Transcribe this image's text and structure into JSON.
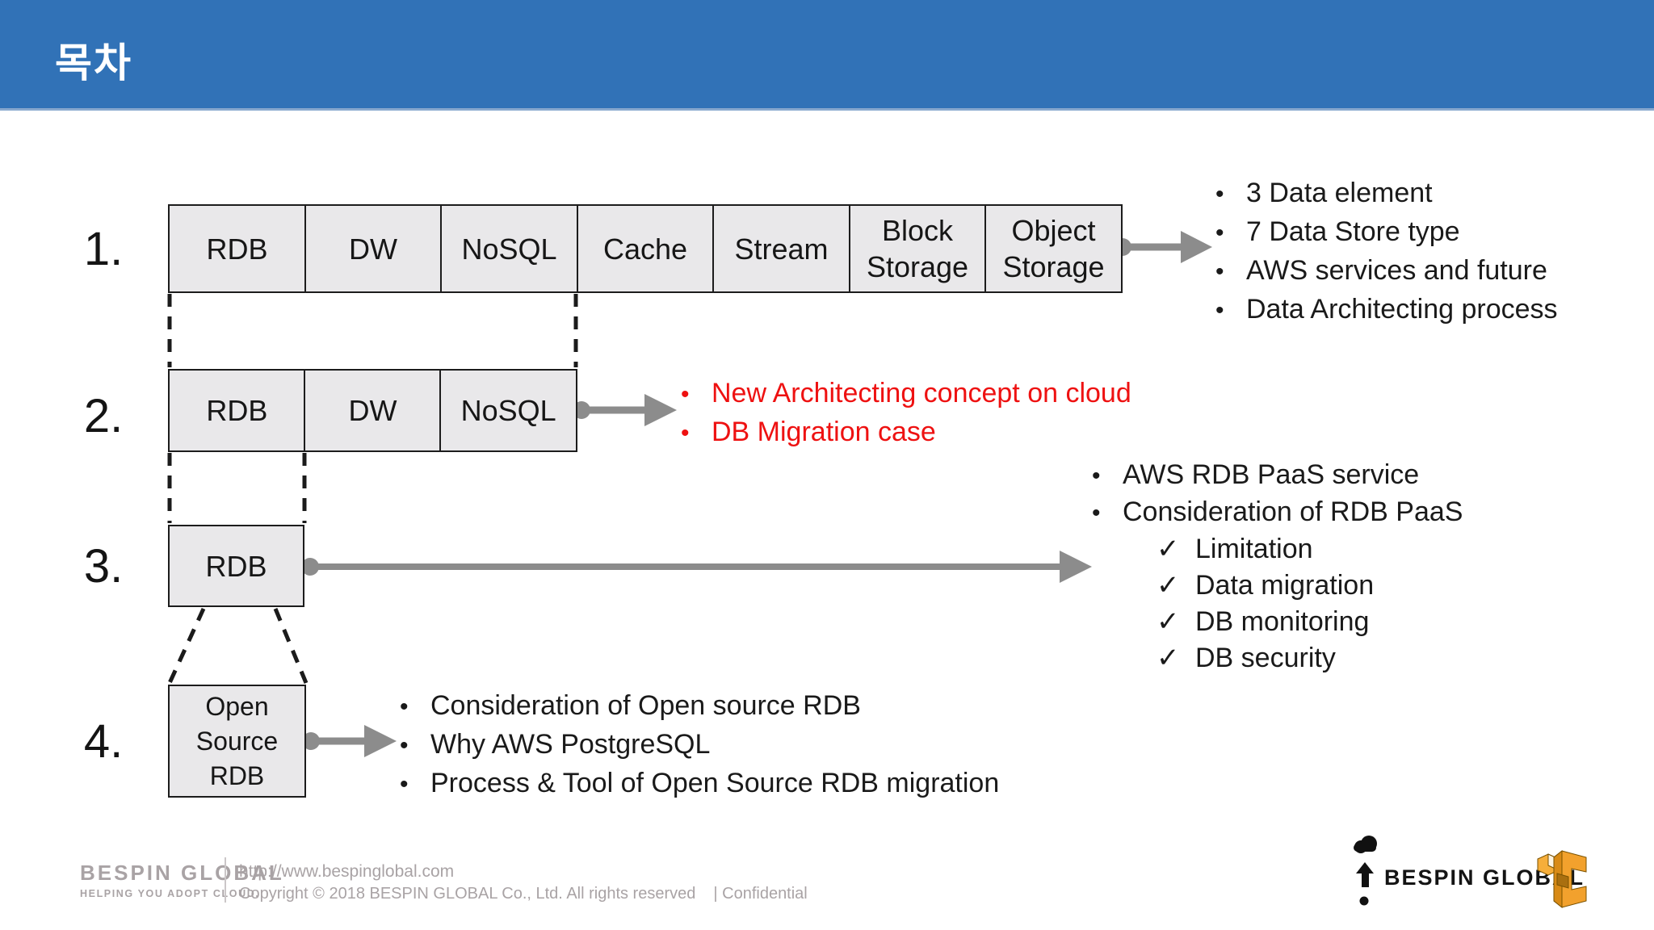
{
  "header": {
    "title": "목차",
    "bg_color": "#3172B7"
  },
  "icons": {
    "bullet": "•",
    "checkmark": "✓"
  },
  "colors": {
    "red": "#EE1111",
    "arrow_gray": "#8C8C8C",
    "box_fill": "#E9E8EA"
  },
  "sections": [
    {
      "number": "1.",
      "boxes": [
        {
          "label": "RDB"
        },
        {
          "label": "DW"
        },
        {
          "label": "NoSQL"
        },
        {
          "label": "Cache"
        },
        {
          "label": "Stream"
        },
        {
          "label": "Block\nStorage"
        },
        {
          "label": "Object\nStorage"
        }
      ],
      "bullets": [
        "3 Data element",
        "7 Data Store type",
        "AWS services and future",
        "Data Architecting process"
      ]
    },
    {
      "number": "2.",
      "boxes": [
        {
          "label": "RDB"
        },
        {
          "label": "DW"
        },
        {
          "label": "NoSQL"
        }
      ],
      "bullets": [
        "New Architecting concept on cloud",
        "DB Migration case"
      ]
    },
    {
      "number": "3.",
      "boxes": [
        {
          "label": "RDB"
        }
      ],
      "bullets": [
        "AWS RDB PaaS service",
        "Consideration of RDB PaaS"
      ],
      "check_items": [
        "Limitation",
        "Data migration",
        "DB monitoring",
        "DB security"
      ]
    },
    {
      "number": "4.",
      "boxes": [
        {
          "label": "Open\nSource\nRDB"
        }
      ],
      "bullets": [
        "Consideration of Open source RDB",
        "Why AWS PostgreSQL",
        "Process & Tool of Open Source RDB migration"
      ]
    }
  ],
  "footer": {
    "logo_text": "BESPIN GLOBAL",
    "tagline": "HELPING YOU ADOPT CLOUD.",
    "url": "http://www.bespinglobal.com",
    "copyright": "Copyright © 2018 BESPIN GLOBAL Co., Ltd. All rights reserved",
    "confidential": "| Confidential"
  },
  "brand": {
    "name": "BESPIN GLOBAL"
  }
}
